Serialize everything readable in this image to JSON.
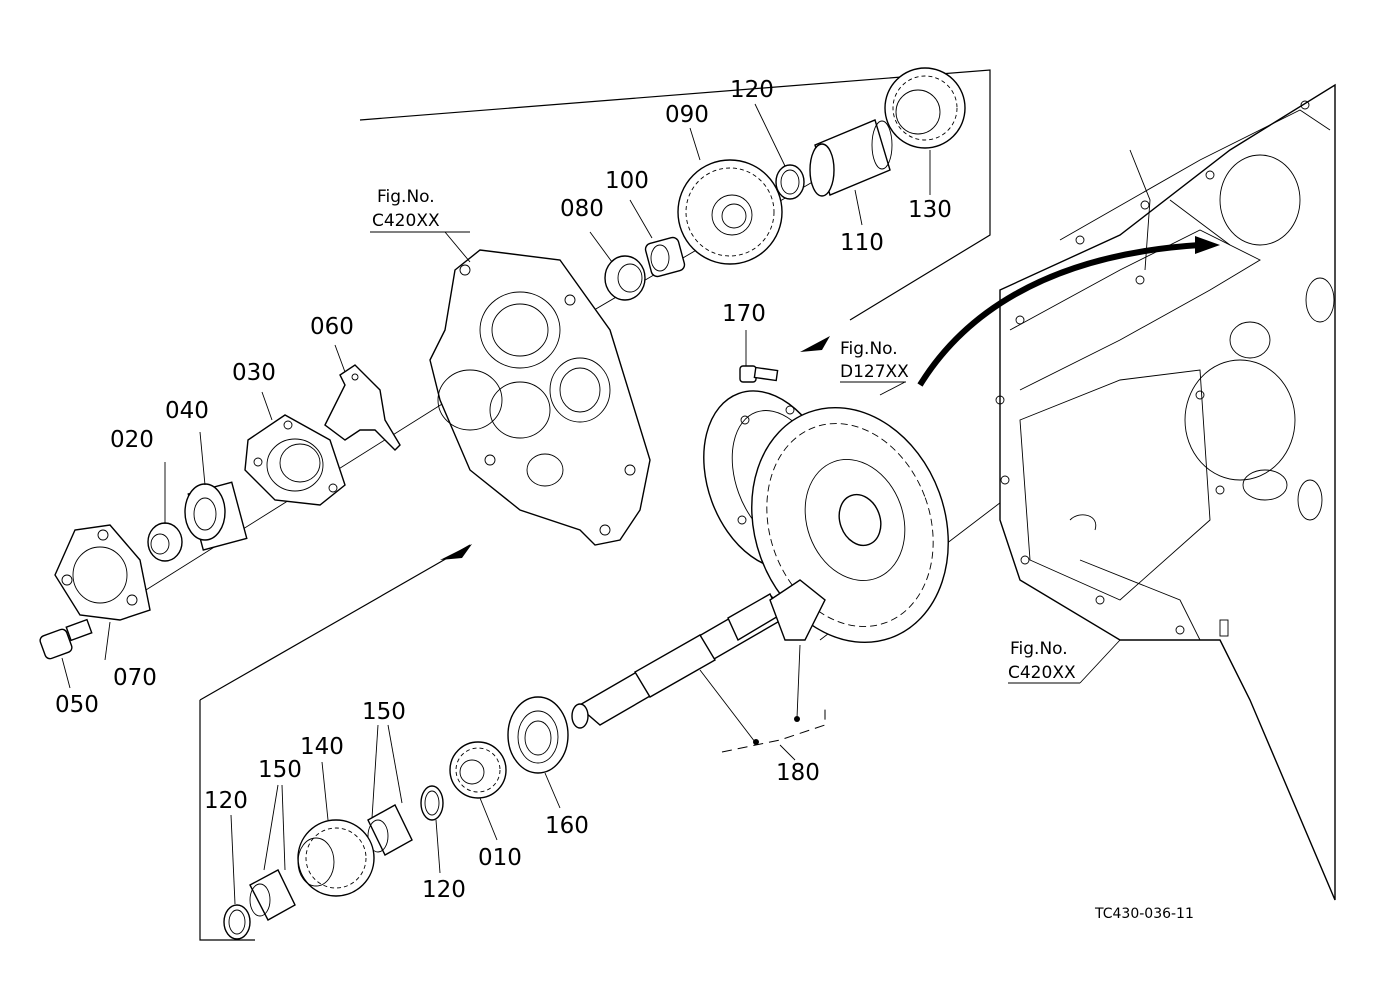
{
  "figure_code": "TC430-036-11",
  "fig_refs": {
    "ref_upper": [
      "Fig.No.",
      "C420XX"
    ],
    "ref_middle": [
      "Fig.No.",
      "D127XX"
    ],
    "ref_lower": [
      "Fig.No.",
      "C420XX"
    ]
  },
  "callouts": {
    "c010": "010",
    "c020": "020",
    "c030": "030",
    "c040": "040",
    "c050": "050",
    "c060": "060",
    "c070": "070",
    "c080": "080",
    "c090": "090",
    "c100": "100",
    "c110": "110",
    "c120a": "120",
    "c120b": "120",
    "c120c": "120",
    "c130": "130",
    "c140": "140",
    "c150a": "150",
    "c150b": "150",
    "c160": "160",
    "c170": "170",
    "c180": "180"
  }
}
